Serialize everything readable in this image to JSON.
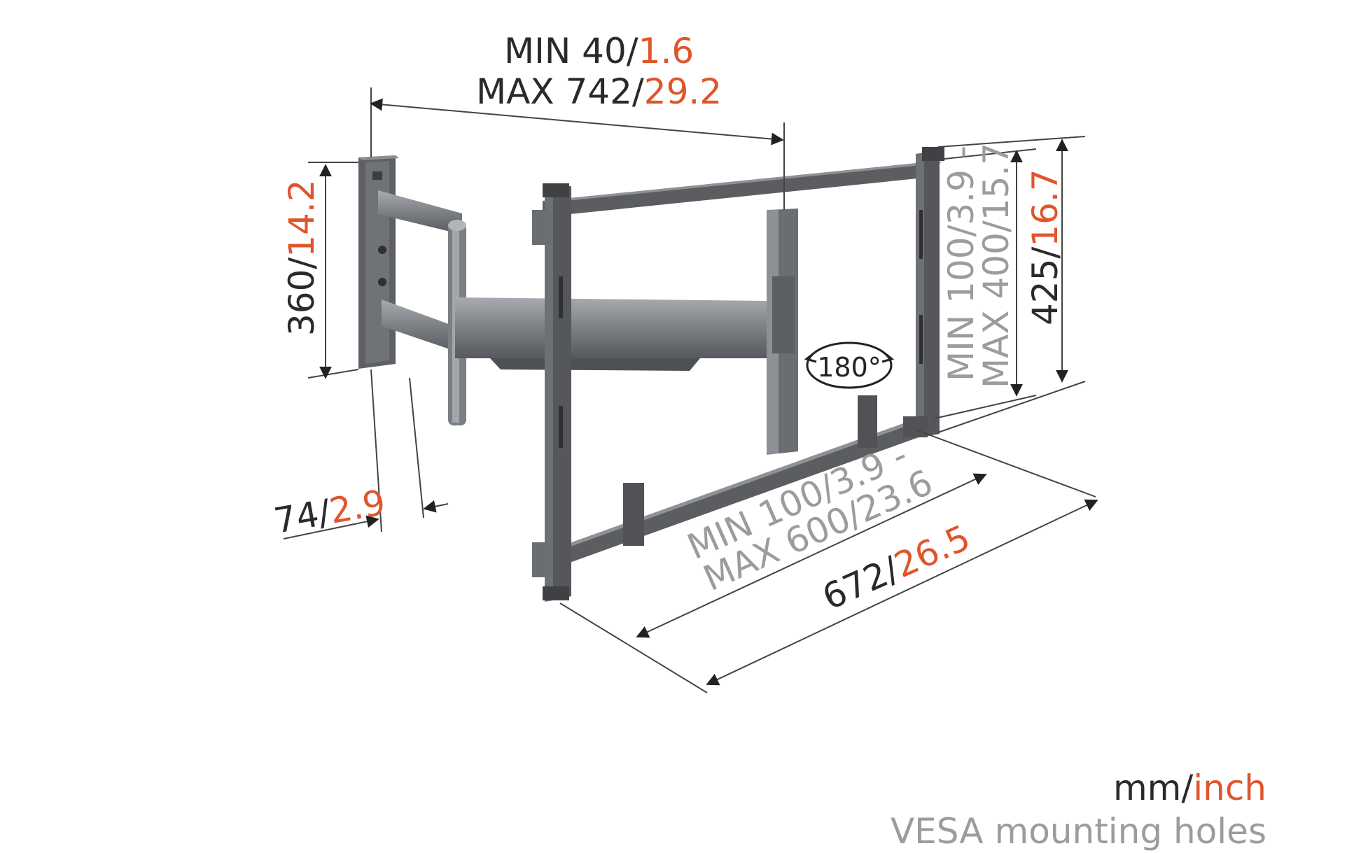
{
  "colors": {
    "mm": "#2a2a2a",
    "inch": "#e0552c",
    "vesa": "#9c9c9c",
    "metal": "#5b5d60",
    "metal_light": "#8e9196",
    "line": "#444444"
  },
  "dimensions": {
    "arm_extension": {
      "min_mm": "MIN 40/",
      "min_in": "1.6",
      "max_mm": "MAX 742/",
      "max_in": "29.2"
    },
    "wall_plate_height": {
      "mm": "360/",
      "in": "14.2"
    },
    "wall_distance": {
      "mm": "74/",
      "in": "2.9"
    },
    "frame_height": {
      "mm": "425/",
      "in": "16.7"
    },
    "frame_width": {
      "mm": "672/",
      "in": "26.5"
    },
    "vesa_vertical": {
      "line1": "MIN 100/3.9 -",
      "line2": "MAX 400/15.7"
    },
    "vesa_horizontal": {
      "line1": "MIN 100/3.9 -",
      "line2": "MAX 600/23.6"
    },
    "rotation": "180°"
  },
  "legend": {
    "units_mm": "mm/",
    "units_in": "inch",
    "vesa_label": "VESA mounting holes"
  }
}
